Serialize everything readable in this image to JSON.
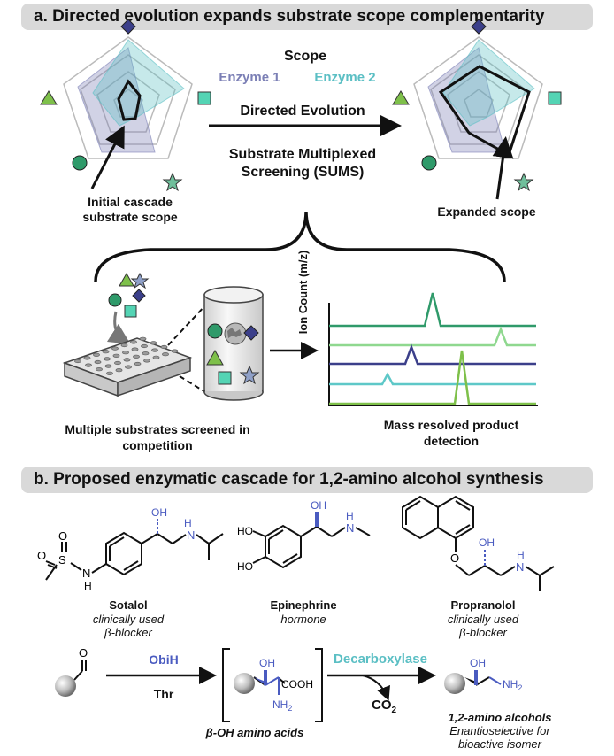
{
  "section_a": {
    "title": "a. Directed evolution expands substrate scope complementarity",
    "scope_label": "Scope",
    "legend": {
      "enzyme1": "Enzyme 1",
      "enzyme2": "Enzyme 2"
    },
    "arrow_top_label": "Directed Evolution",
    "sums_line1": "Substrate Multiplexed",
    "sums_line2": "Screening (SUMS)",
    "initial_line1": "Initial cascade",
    "initial_line2": "substrate scope",
    "expanded_label": "Expanded scope",
    "screen_line1": "Multiple substrates screened in",
    "screen_line2": "competition",
    "ms_line1": "Mass resolved product",
    "ms_line2": "detection",
    "ylabel": "Ion Count (m/z)"
  },
  "section_b": {
    "title": "b. Proposed enzymatic cascade for 1,2-amino alcohol synthesis",
    "sotalol": {
      "name": "Sotalol",
      "desc1": "clinically used",
      "desc2": "β-blocker"
    },
    "epinephrine": {
      "name": "Epinephrine",
      "desc1": "hormone"
    },
    "propranolol": {
      "name": "Propranolol",
      "desc1": "clinically used",
      "desc2": "β-blocker"
    },
    "labels": {
      "oh": "OH",
      "n": "N",
      "h": "H",
      "ho": "HO",
      "s": "S",
      "o": "O",
      "cooh": "COOH",
      "nh2": "NH",
      "sub2": "2",
      "co": "CO"
    },
    "obih": "ObiH",
    "thr": "Thr",
    "decarboxylase": "Decarboxylase",
    "co2": "CO2",
    "amino_acids": "β-OH amino acids",
    "products": "1,2-amino alcohols",
    "enantio1": "Enantioselective for",
    "enantio2": "bioactive isomer"
  },
  "colors": {
    "enzyme1": "#7b7fb5",
    "enzyme2": "#5bbfc4",
    "header_bg": "#d9d9d9",
    "blue_chem": "#4a5bc0"
  }
}
